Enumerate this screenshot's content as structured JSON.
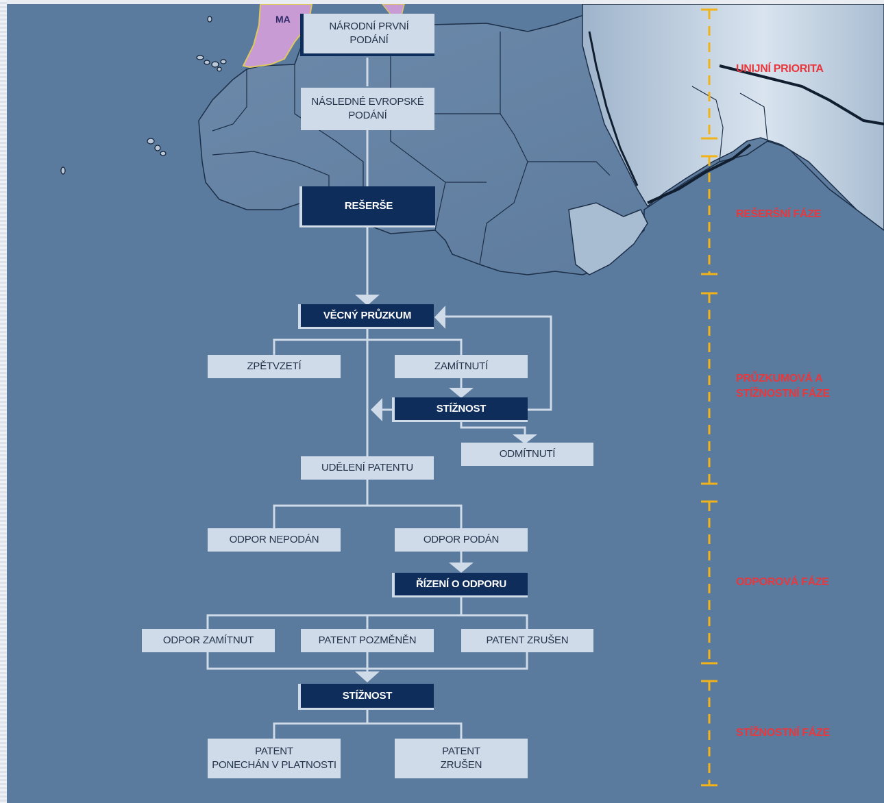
{
  "map": {
    "country_label": "MA"
  },
  "nodes": {
    "narodni_prvni_podani": [
      "NÁRODNÍ PRVNÍ",
      "PODÁNÍ"
    ],
    "nasledne_evropske_podani": [
      "NÁSLEDNÉ EVROPSKÉ",
      "PODÁNÍ"
    ],
    "reserse": "REŠERŠE",
    "vecny_pruzkum": "VĚCNÝ PRŮZKUM",
    "zpetvzeti": "ZPĚTVZETÍ",
    "zamitnuti": "ZAMÍTNUTÍ",
    "stiznost_1": "STÍŽNOST",
    "odmitnuti": "ODMÍTNUTÍ",
    "udeleni_patentu": "UDĚLENÍ PATENTU",
    "odpor_nepodan": "ODPOR NEPODÁN",
    "odpor_podan": "ODPOR PODÁN",
    "rizeni_o_odporu": "ŘÍZENÍ O ODPORU",
    "odpor_zamitnut": "ODPOR ZAMÍTNUT",
    "patent_pozmenen": "PATENT POZMĚNĚN",
    "patent_zrusen_1": "PATENT ZRUŠEN",
    "stiznost_2": "STÍŽNOST",
    "patent_ponechan": [
      "PATENT",
      "PONECHÁN V PLATNOSTI"
    ],
    "patent_zrusen_2": [
      "PATENT",
      "ZRUŠEN"
    ]
  },
  "phases": {
    "unijni_priorita": "UNIJNÍ PRIORITA",
    "reserse_faze": "REŠERŠNÍ FÁZE",
    "pruzkumova": [
      "PRŮZKUMOVÁ A",
      "STÍŽNOSTNÍ FÁZE"
    ],
    "odporova": "ODPOROVÁ FÁZE",
    "stiznostni": "STÍŽNOSTNÍ FÁZE"
  },
  "colors": {
    "background": "#5a7a9e",
    "box_light": "#cfdbe8",
    "box_dark": "#0f2d5a",
    "phase_text": "#e8383d",
    "timeline": "#f2b318",
    "connector": "#cfdbe8"
  }
}
